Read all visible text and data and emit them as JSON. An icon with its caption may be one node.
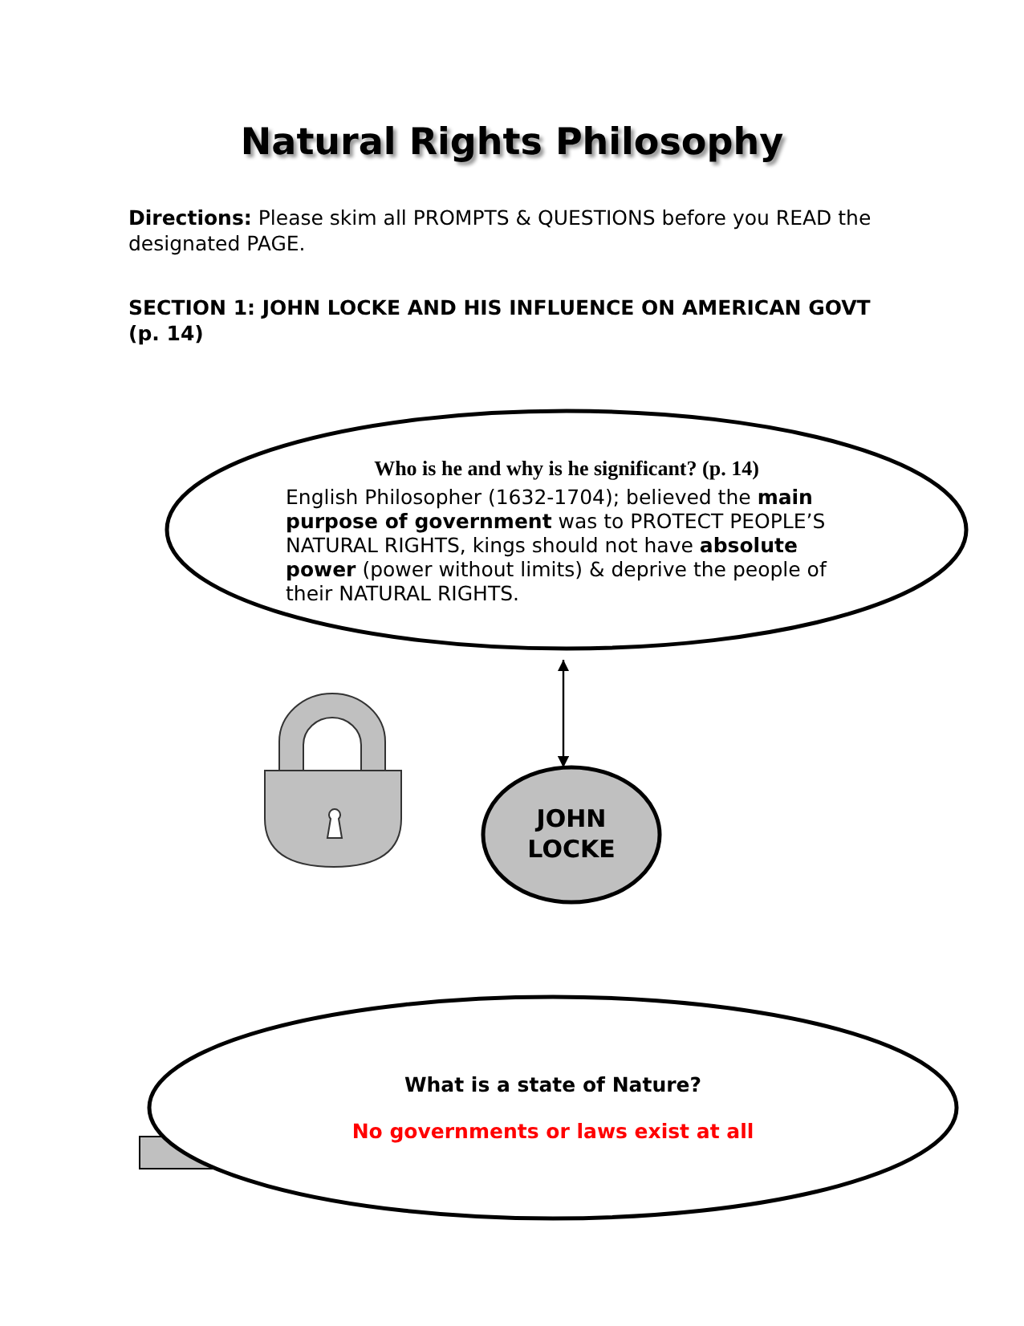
{
  "diagram": {
    "title": "Natural Rights Philosophy",
    "nodes": [
      {
        "text": [
          "Who is he and why is he significant? (p. 14)",
          "English Philosopher (1632-1704); believed the **main purpose of government** was to PROTECT PEOPLE’S NATURAL RIGHTS, kings should not have **absolute power** (power without limits) & deprive the people of their NATURAL RIGHTS."
        ]
      },
      {
        "text": [
          "JOHN LOCKE"
        ]
      },
      {
        "text": [
          "What is a state of Nature?",
          "No governments or laws exist at all"
        ]
      }
    ],
    "edges": [
      {
        "from": 1,
        "to": 0,
        "arrow": "both"
      }
    ],
    "labels": [
      "**Directions:** Please skim all PROMPTS & QUESTIONS before you READ the designated PAGE.",
      "SECTION 1: JOHN LOCKE AND HIS INFLUENCE ON AMERICAN GOVT (p. 14)"
    ]
  }
}
